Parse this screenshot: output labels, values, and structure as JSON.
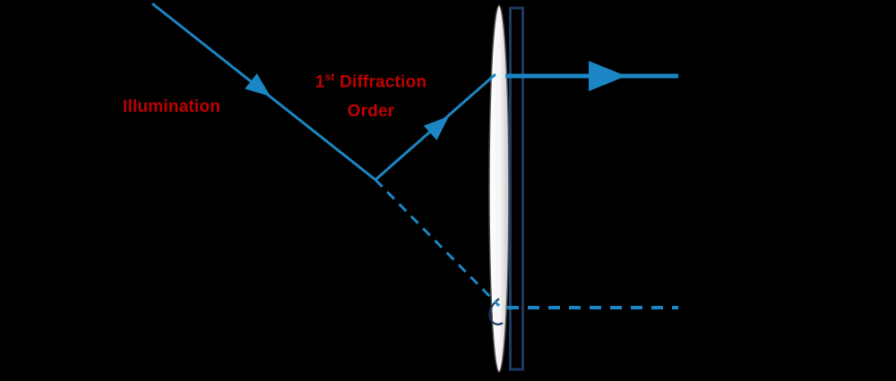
{
  "labels": {
    "illumination": "Illumination",
    "diffraction_prefix": "1",
    "diffraction_sup": "st",
    "diffraction_word": " Diffraction",
    "diffraction_line2": "Order"
  },
  "colors": {
    "background": "#000000",
    "ray_blue": "#1b86c3",
    "label_red": "#c00000",
    "lens_fill_light": "#ffffff",
    "lens_fill_shade": "#c8c8c8",
    "lens_stroke": "#4d4d4d",
    "plate_navy": "#1f3864"
  }
}
